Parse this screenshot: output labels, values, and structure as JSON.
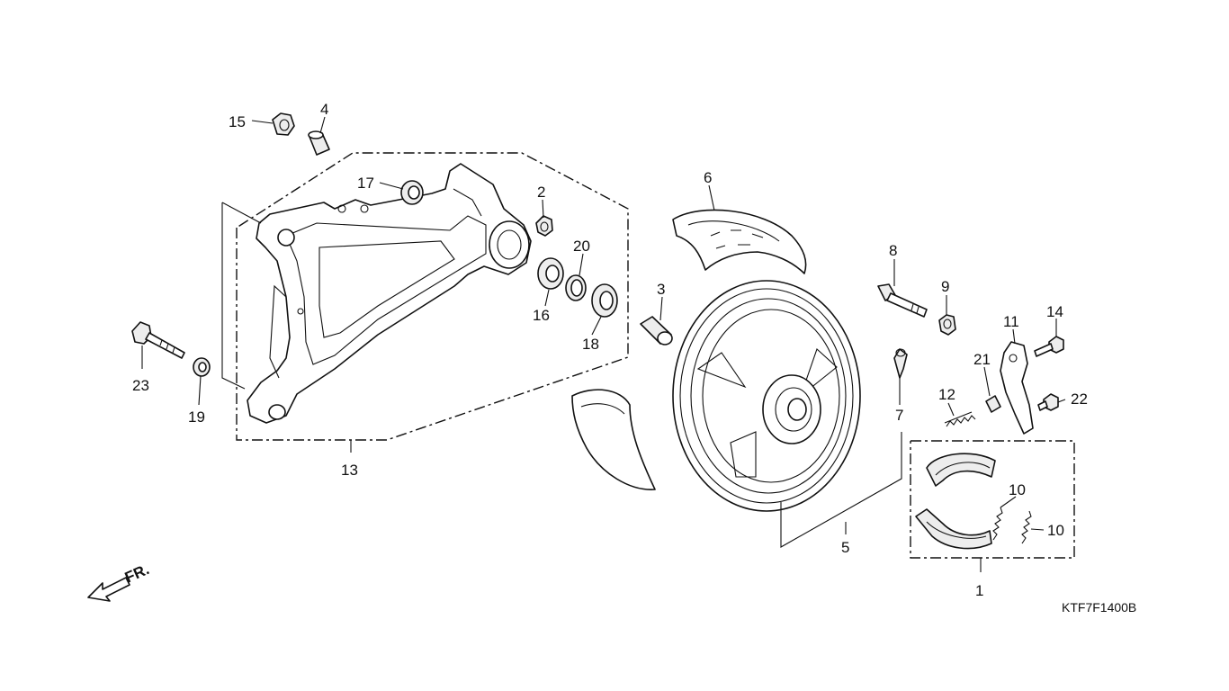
{
  "diagram": {
    "code": "KTF7F1400B",
    "direction_label": "FR.",
    "callouts": [
      {
        "key": "c1",
        "text": "1"
      },
      {
        "key": "c2",
        "text": "2"
      },
      {
        "key": "c3",
        "text": "3"
      },
      {
        "key": "c4",
        "text": "4"
      },
      {
        "key": "c5",
        "text": "5"
      },
      {
        "key": "c6",
        "text": "6"
      },
      {
        "key": "c7",
        "text": "7"
      },
      {
        "key": "c8",
        "text": "8"
      },
      {
        "key": "c9",
        "text": "9"
      },
      {
        "key": "c10a",
        "text": "10"
      },
      {
        "key": "c10b",
        "text": "10"
      },
      {
        "key": "c11",
        "text": "11"
      },
      {
        "key": "c12",
        "text": "12"
      },
      {
        "key": "c13",
        "text": "13"
      },
      {
        "key": "c14",
        "text": "14"
      },
      {
        "key": "c15",
        "text": "15"
      },
      {
        "key": "c16",
        "text": "16"
      },
      {
        "key": "c17",
        "text": "17"
      },
      {
        "key": "c18",
        "text": "18"
      },
      {
        "key": "c19",
        "text": "19"
      },
      {
        "key": "c20",
        "text": "20"
      },
      {
        "key": "c21",
        "text": "21"
      },
      {
        "key": "c22",
        "text": "22"
      },
      {
        "key": "c23",
        "text": "23"
      }
    ]
  }
}
